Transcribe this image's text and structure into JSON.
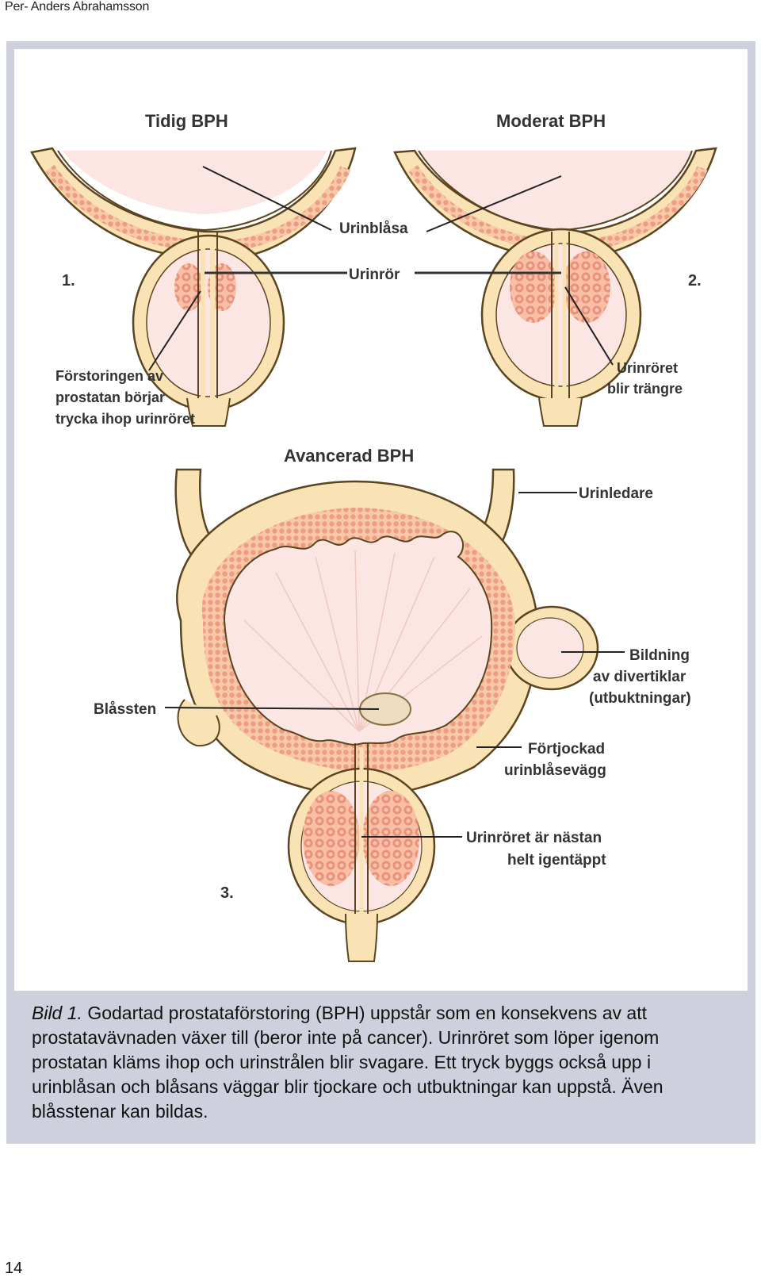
{
  "header": {
    "author": "Per- Anders Abrahamsson"
  },
  "figure": {
    "panels": {
      "early": {
        "title": "Tidig BPH",
        "number": "1."
      },
      "moderate": {
        "title": "Moderat BPH",
        "number": "2."
      },
      "advanced": {
        "title": "Avancerad BPH",
        "number": "3."
      }
    },
    "labels": {
      "urinblasa": "Urinblåsa",
      "urinror": "Urinrör",
      "forstoring": [
        "Förstoringen av",
        "prostatan börjar",
        "trycka ihop urinröret"
      ],
      "urinroret_trangre": [
        "Urinröret",
        "blir trängre"
      ],
      "urinledare": "Urinledare",
      "divertiklar": [
        "Bildning",
        "av divertiklar",
        "(utbuktningar)"
      ],
      "blassten": "Blåssten",
      "fortjockad": [
        "Förtjockad",
        "urinblåsevägg"
      ],
      "igentappt": [
        "Urinröret är nästan",
        "helt igentäppt"
      ]
    }
  },
  "caption": {
    "lead": "Bild 1.",
    "text": " Godartad prostataförstoring (BPH) uppstår som en konsekvens av att prostatavävnaden växer till (beror inte på cancer). Urinröret som löper igenom prostatan kläms ihop och urinstrålen blir svagare. Ett tryck byggs också upp i urinblåsan och blåsans väggar blir tjockare och utbuktningar kan uppstå. Även blåsstenar kan bildas."
  },
  "page_number": "14",
  "colors": {
    "tissue": "#f9e3b4",
    "tissue_outline": "#5a4520",
    "muscle": "#f2a98c",
    "lumen": "#fbe6e4",
    "prostate_lobe": "#ef9f86",
    "frame": "#cfd0dd"
  }
}
